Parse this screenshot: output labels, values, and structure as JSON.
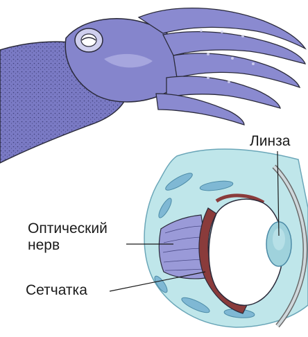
{
  "labels": {
    "lens": "Линза",
    "optic_nerve_line1": "Оптический",
    "optic_nerve_line2": "нерв",
    "retina": "Сетчатка"
  },
  "colors": {
    "squid_body": "#7f7fc9",
    "squid_light": "#b4b4e6",
    "eye_fluid": "#bfe6ea",
    "eye_blue": "#7fb8d4",
    "retina_red": "#8a3b3b",
    "lens": "#9fd2dc",
    "outline": "#2a2a3a"
  }
}
